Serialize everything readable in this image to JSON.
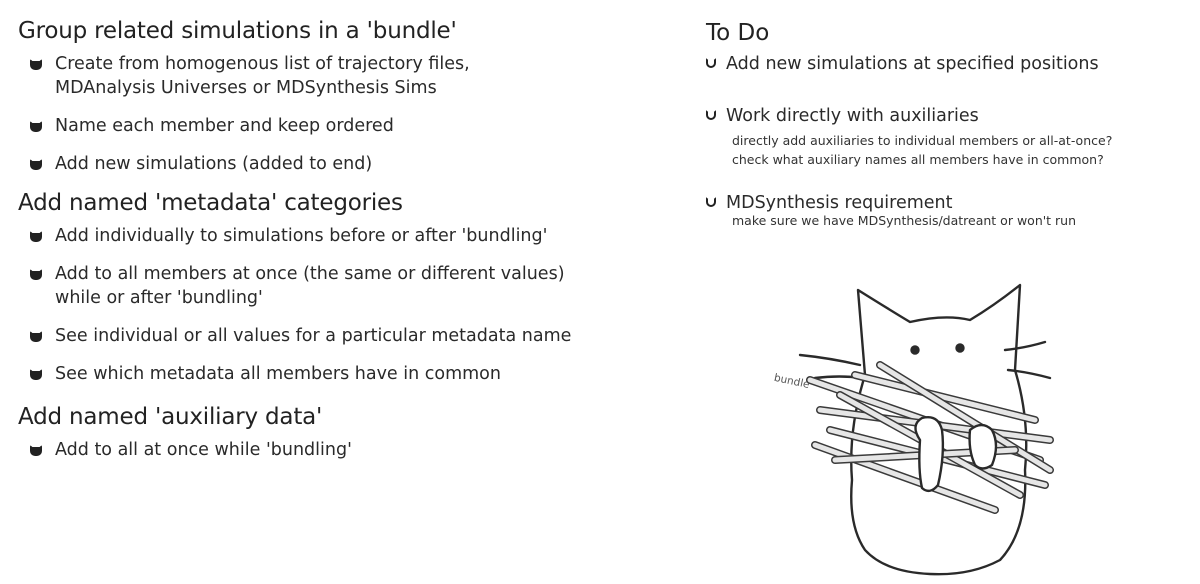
{
  "sections": [
    {
      "heading": "Group related simulations in a 'bundle'",
      "items": [
        [
          "Create from homogenous list of trajectory files,",
          "MDAnalysis Universes or MDSynthesis Sims"
        ],
        [
          "Name each member and keep ordered"
        ],
        [
          "Add new simulations (added to end)"
        ]
      ]
    },
    {
      "heading": "Add named 'metadata' categories",
      "items": [
        [
          "Add individually to simulations before or after 'bundling'"
        ],
        [
          "Add to all members at once (the same or different values)",
          "while or after 'bundling'"
        ],
        [
          "See individual or all values for a particular metadata name"
        ],
        [
          "See which metadata all members have in common"
        ]
      ]
    },
    {
      "heading": "Add named 'auxiliary data'",
      "items": [
        [
          "Add to all at once while 'bundling'"
        ]
      ]
    }
  ],
  "todo": {
    "heading": "To Do",
    "items": [
      {
        "title": "Add new simulations at specified positions",
        "notes": []
      },
      {
        "title": "Work directly with auxiliaries",
        "notes": [
          "directly add auxiliaries to individual members or all-at-once?",
          "check what  auxiliary names all members have in common?"
        ]
      },
      {
        "title": "MDSynthesis requirement",
        "notes": [
          "make sure we have MDSynthesis/datreant or won't run"
        ]
      }
    ]
  },
  "illustration": {
    "label": "bundle",
    "icon": "cat-holding-sticks-icon"
  }
}
